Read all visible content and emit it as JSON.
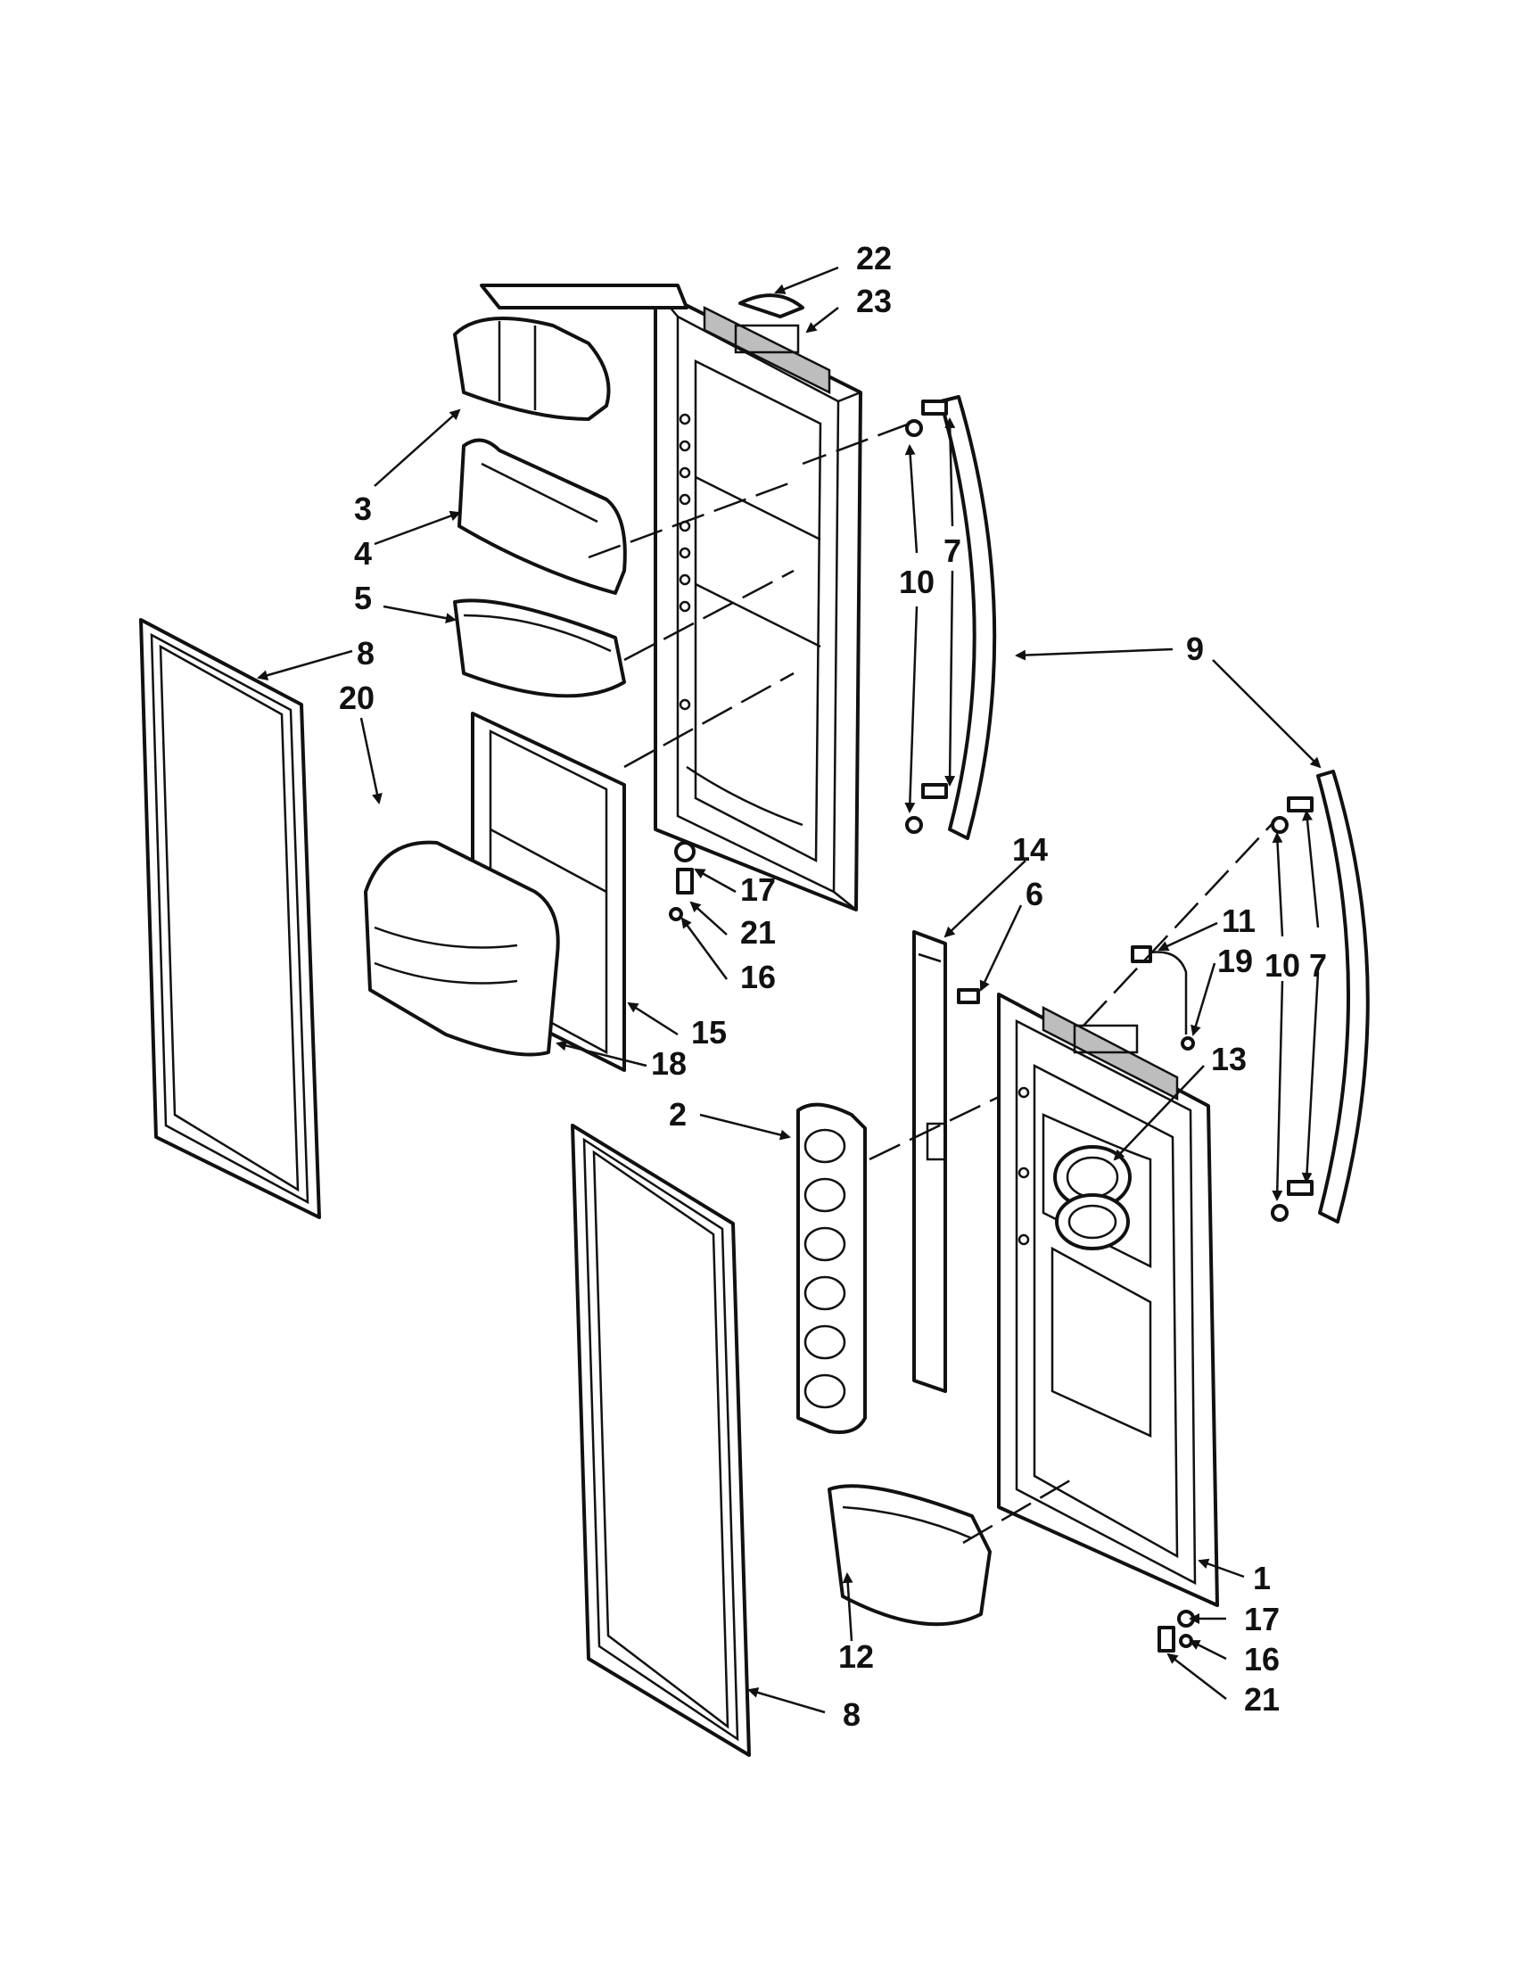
{
  "callouts": {
    "c22": "22",
    "c23": "23",
    "c3": "3",
    "c4": "4",
    "c5": "5",
    "c10a": "10",
    "c7a": "7",
    "c9": "9",
    "c8a": "8",
    "c20": "20",
    "c14": "14",
    "c6": "6",
    "c11": "11",
    "c19": "19",
    "c10b": "10",
    "c7b": "7",
    "c17a": "17",
    "c21a": "21",
    "c16a": "16",
    "c15": "15",
    "c18": "18",
    "c13": "13",
    "c2": "2",
    "c1": "1",
    "c17b": "17",
    "c16b": "16",
    "c21b": "21",
    "c12": "12",
    "c8b": "8"
  }
}
